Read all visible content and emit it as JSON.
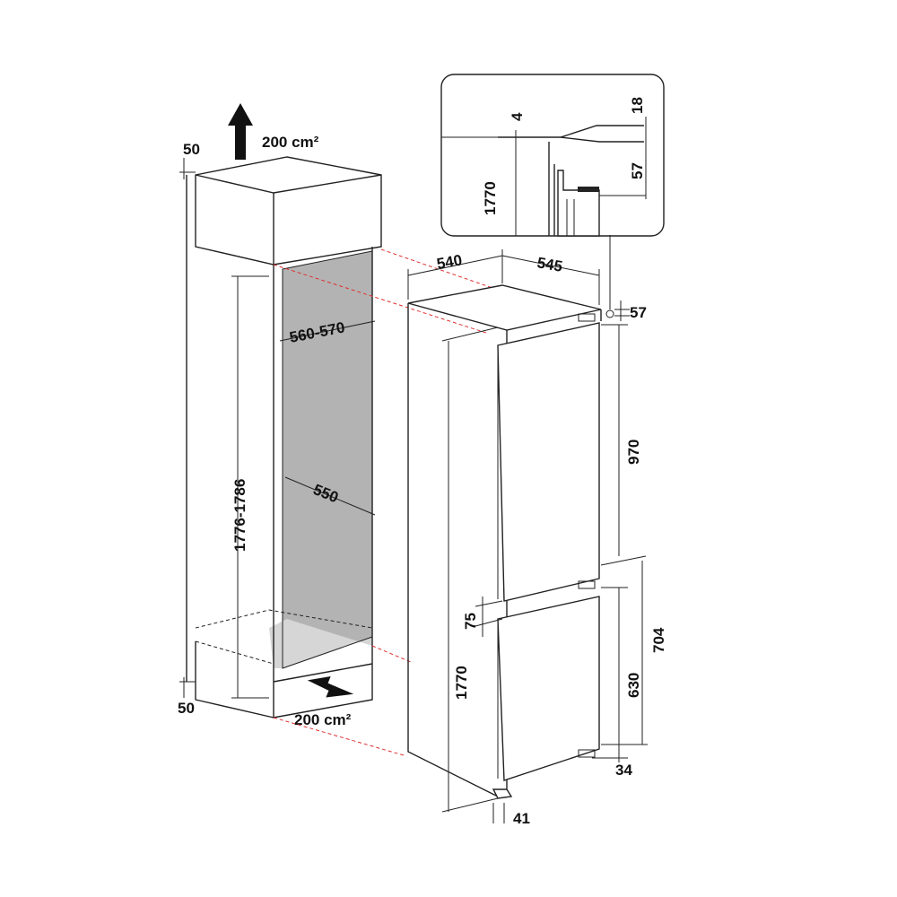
{
  "colors": {
    "line": "#222222",
    "cavity": "#b3b3b3",
    "cavity_dark": "#8a8a8a",
    "guide": "#e03030"
  },
  "icons": [
    "up-arrow-icon",
    "right-arrow-icon"
  ],
  "cabinet": {
    "top_gap": "50",
    "top_vent": "200 cm²",
    "width_range": "560-570",
    "depth": "550",
    "height_range": "1776-1786",
    "bottom_gap": "50",
    "bottom_vent": "200 cm²"
  },
  "appliance": {
    "width": "540",
    "depth": "545",
    "top_offset": "57",
    "upper_door": "970",
    "door_gap": "75",
    "lower_door": "630",
    "lower_total": "704",
    "height": "1770",
    "bottom_offset": "34",
    "plinth": "41"
  },
  "detail": {
    "height": "1770",
    "gap": "4",
    "top": "18",
    "offset": "57"
  }
}
